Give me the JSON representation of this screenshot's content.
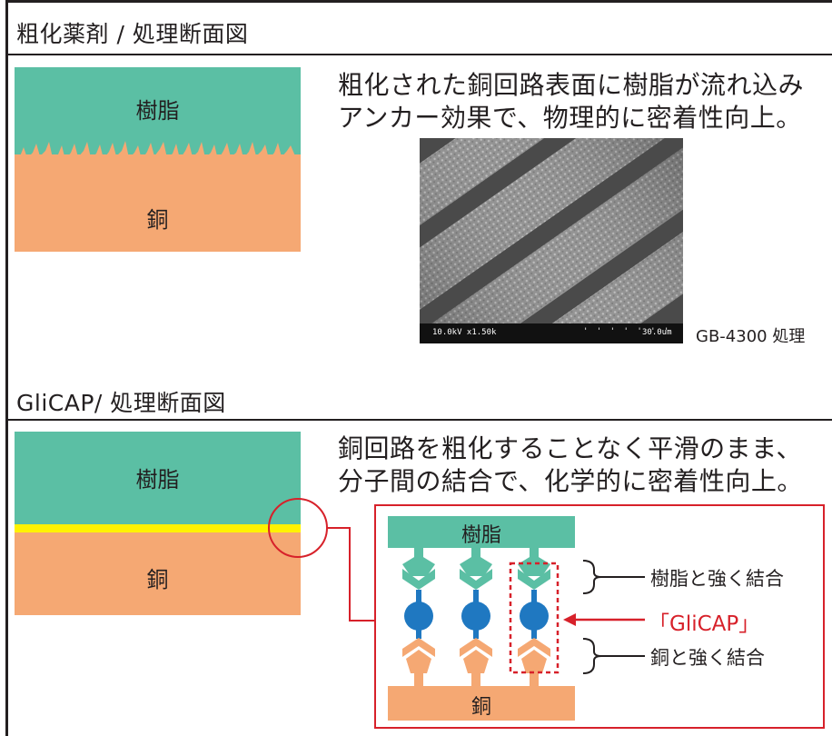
{
  "section1": {
    "title": "粗化薬剤 / 処理断面図",
    "resin_label": "樹脂",
    "copper_label": "銅",
    "description": [
      "粗化された銅回路表面に樹脂が流れ込み",
      "アンカー効果で、物理的に密着性向上。"
    ],
    "sem_left": "10.0kV x1.50k",
    "sem_right": "30.0um",
    "caption": "GB-4300 処理"
  },
  "section2": {
    "title": "GliCAP/ 処理断面図",
    "resin_label": "樹脂",
    "copper_label": "銅",
    "description": [
      "銅回路を粗化することなく平滑のまま、",
      "分子間の結合で、化学的に密着性向上。"
    ],
    "diagram": {
      "resin_label": "樹脂",
      "copper_label": "銅",
      "bond_resin": "樹脂と強く結合",
      "glicap": "「GliCAP」",
      "bond_copper": "銅と強く結合"
    }
  },
  "colors": {
    "resin": "#5bbfa4",
    "copper": "#f5a873",
    "glicap_layer": "#fff200",
    "molecule": "#1f78c1",
    "accent_red": "#d7212a"
  }
}
